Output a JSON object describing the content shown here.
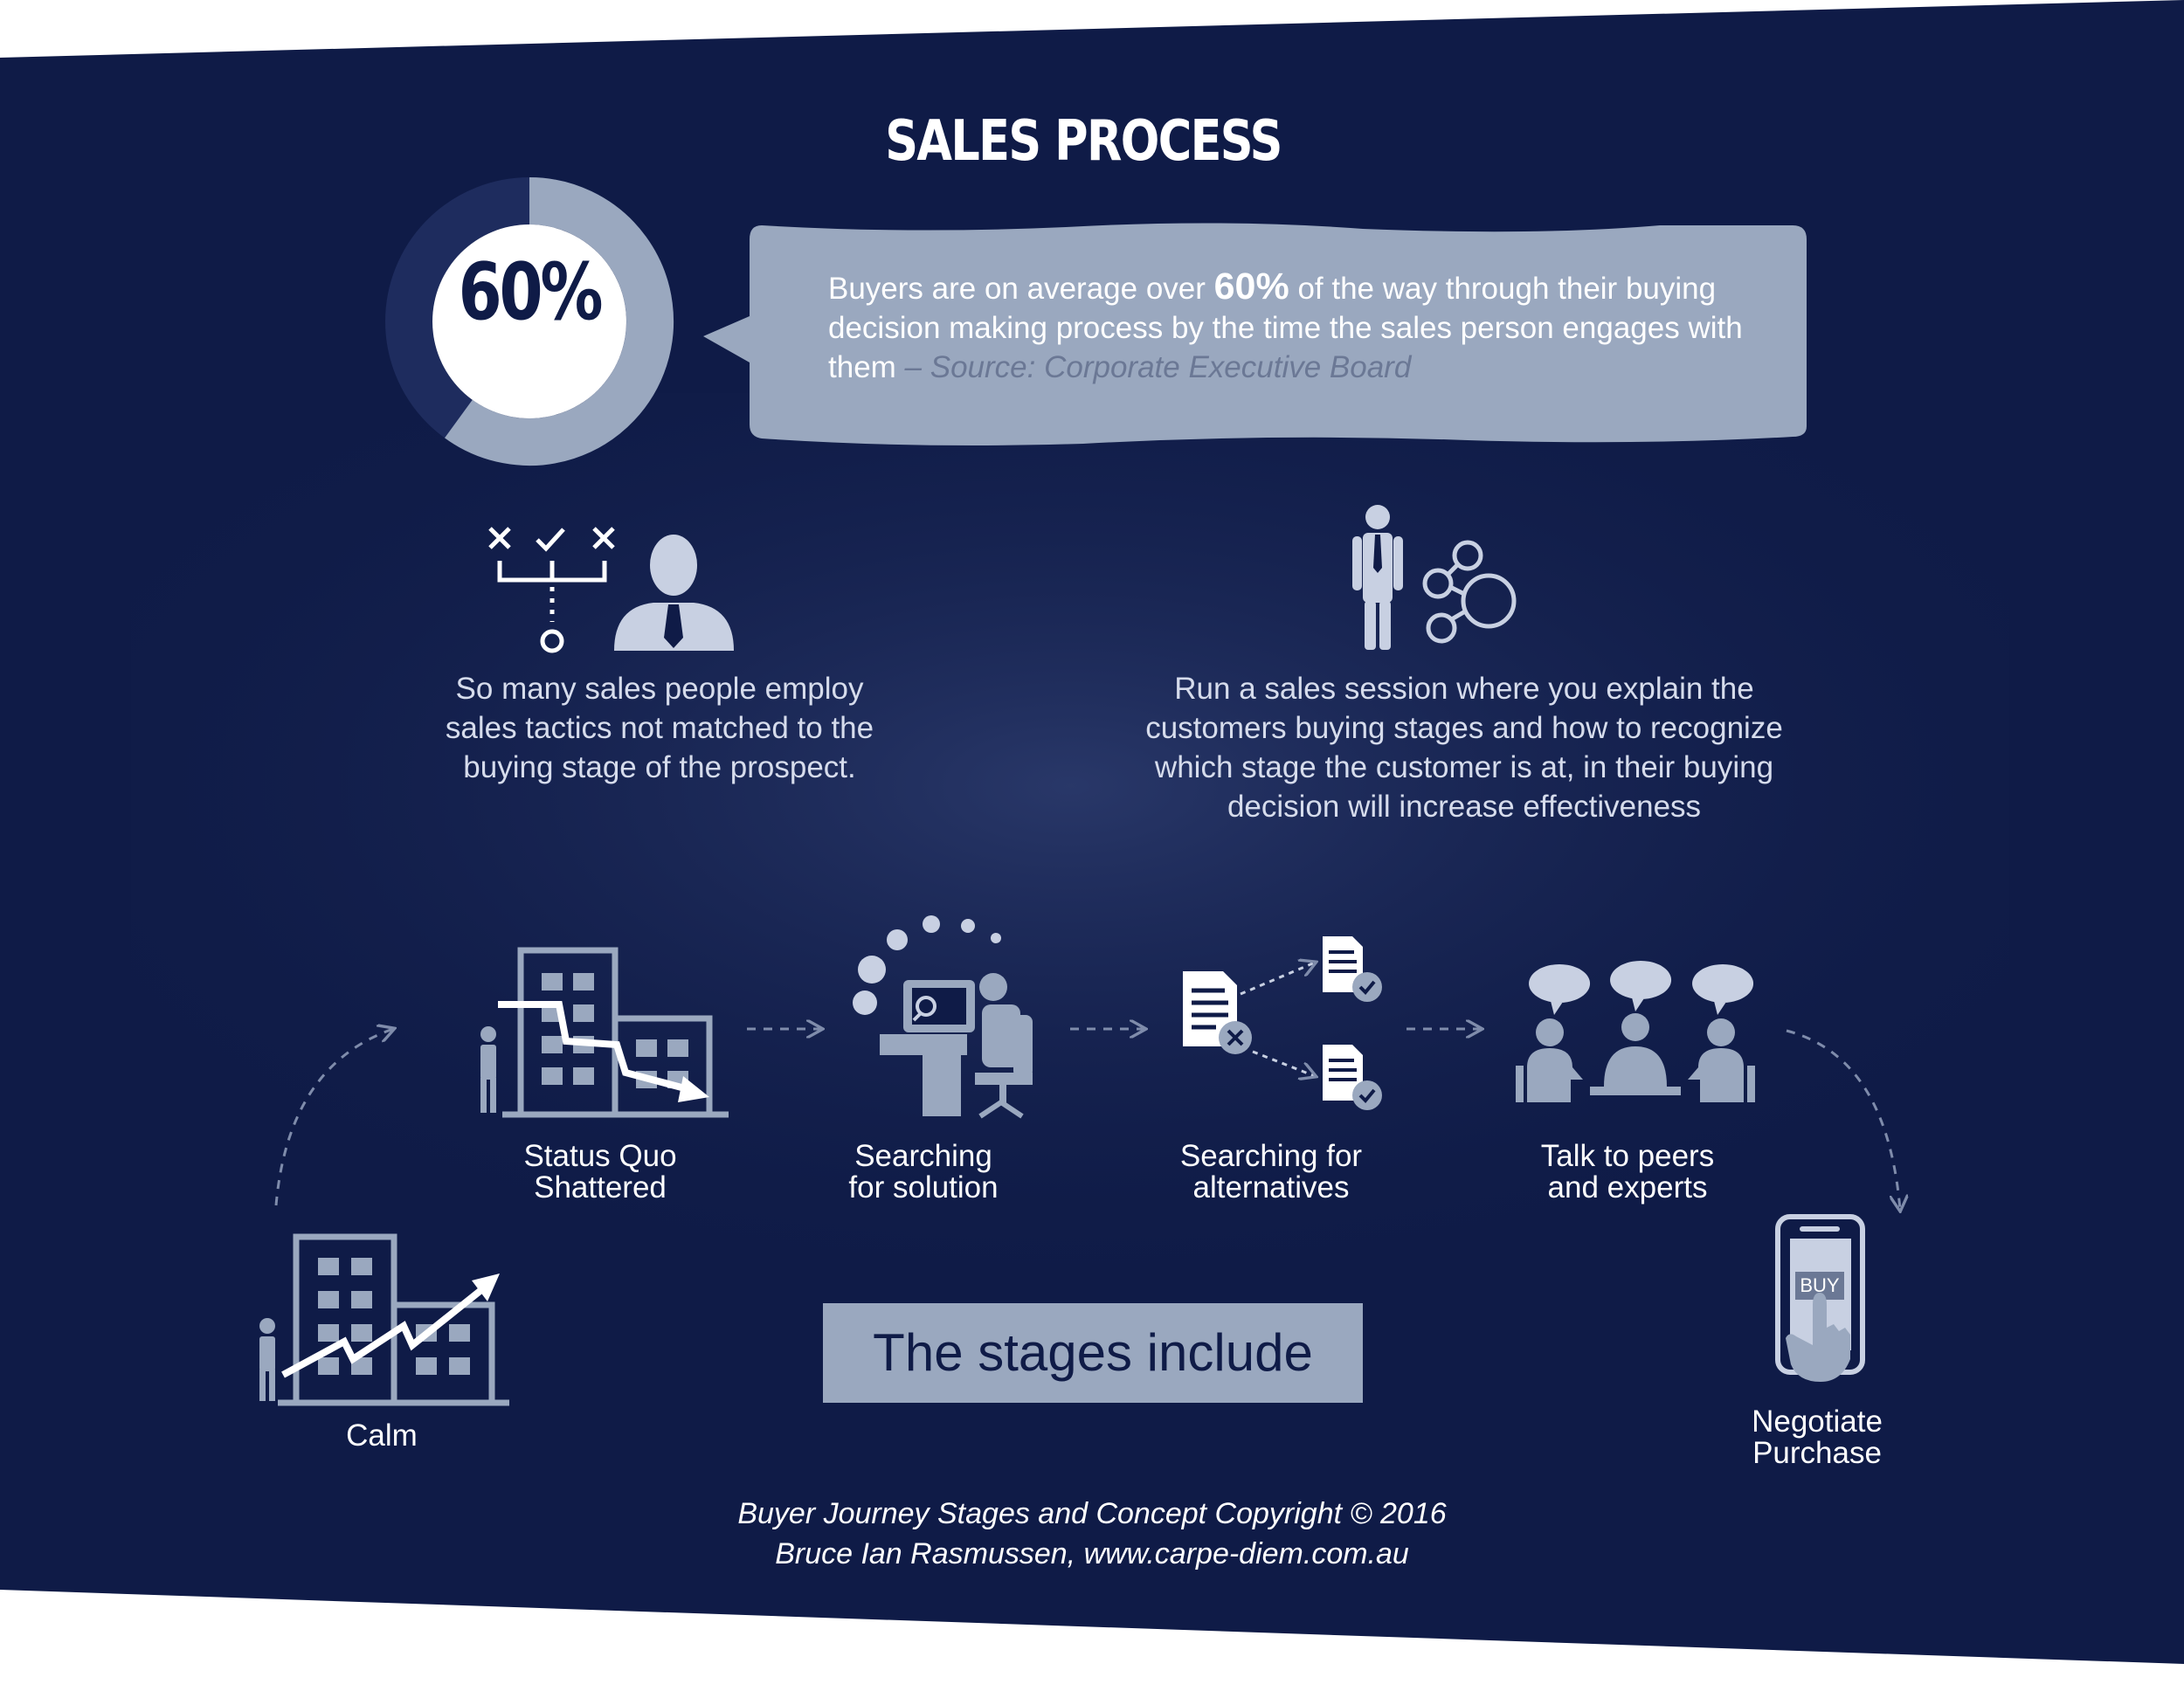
{
  "title": "SALES PROCESS",
  "stat": {
    "value_text": "60%",
    "fraction": 0.6
  },
  "callout": {
    "text_before": "Buyers are on average over ",
    "highlight": "60%",
    "text_after": " of the way through their buying decision making process by the time the sales person engages with them ",
    "source": "– Source: Corporate Executive Board"
  },
  "left_note": {
    "lines": [
      "So many sales people employ",
      "sales tactics not matched to the",
      "buying stage of the prospect."
    ],
    "icons": [
      "choice-tree-icon",
      "businessman-icon"
    ]
  },
  "right_note": {
    "lines": [
      "Run a sales session where you explain the",
      "customers buying stages and how to recognize",
      "which stage the customer is at, in their buying",
      "decision will increase effectiveness"
    ],
    "icons": [
      "standing-man-icon",
      "share-network-icon"
    ]
  },
  "stages": [
    {
      "lines": [
        "Calm"
      ],
      "icon": "rising-graph-building-icon"
    },
    {
      "lines": [
        "Status Quo",
        "Shattered"
      ],
      "icon": "falling-graph-building-icon"
    },
    {
      "lines": [
        "Searching",
        "for solution"
      ],
      "icon": "computer-search-icon"
    },
    {
      "lines": [
        "Searching for",
        "alternatives"
      ],
      "icon": "documents-compare-icon"
    },
    {
      "lines": [
        "Talk to peers",
        "and experts"
      ],
      "icon": "meeting-speech-icon"
    },
    {
      "lines": [
        "Negotiate",
        "Purchase"
      ],
      "icon": "phone-buy-icon"
    }
  ],
  "phone_button": "BUY",
  "stages_box": "The stages include",
  "credit": {
    "line1": "Buyer Journey Stages and Concept Copyright © 2016",
    "line2": "Bruce Ian Rasmussen, www.carpe-diem.com.au"
  },
  "colors": {
    "navy": "#0f1b47",
    "panel": "#9aa8bf",
    "icon": "#b8c2d6",
    "white": "#ffffff"
  }
}
